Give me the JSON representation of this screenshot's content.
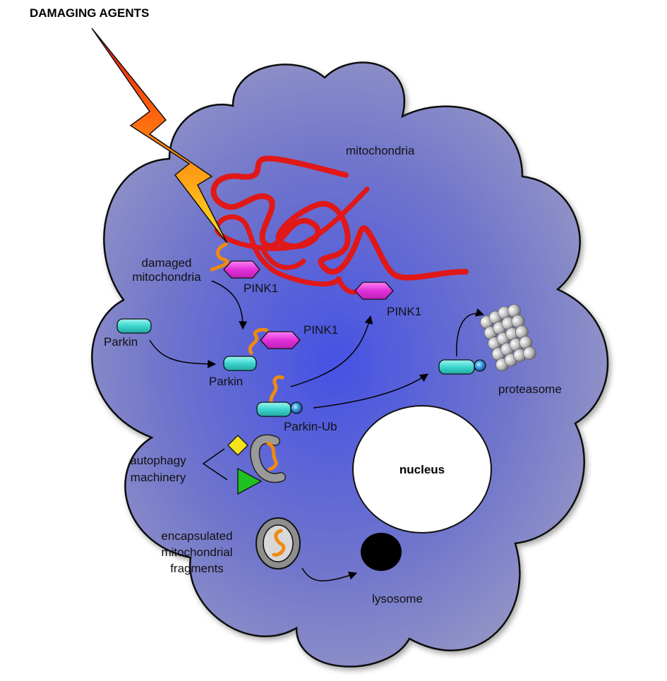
{
  "title": "DAMAGING AGENTS",
  "labels": {
    "mitochondria": "mitochondria",
    "damaged_line1": "damaged",
    "damaged_line2": "mitochondria",
    "pink1_a": "PINK1",
    "pink1_b": "PINK1",
    "pink1_c": "PINK1",
    "parkin_free": "Parkin",
    "parkin_bound": "Parkin",
    "parkin_ub": "Parkin-Ub",
    "proteasome": "proteasome",
    "nucleus": "nucleus",
    "autophagy_line1": "autophagy",
    "autophagy_line2": "machinery",
    "encapsulated_line1": "encapsulated",
    "encapsulated_line2": "mitochondrial",
    "encapsulated_line3": "fragments",
    "lysosome": "lysosome"
  },
  "colors": {
    "cell_center": "#4a5ae0",
    "cell_edge": "#8a8dc0",
    "mitochondria": "#e01818",
    "pink1": "#e040d8",
    "parkin": "#40d8d0",
    "ubiquitin": "#3aa0e0",
    "damaged_fragment": "#f08a10",
    "autophagy_diamond": "#f0e020",
    "autophagy_triangle": "#20c020",
    "lightning_top": "#ff1010",
    "lightning_bottom": "#ffd010"
  }
}
